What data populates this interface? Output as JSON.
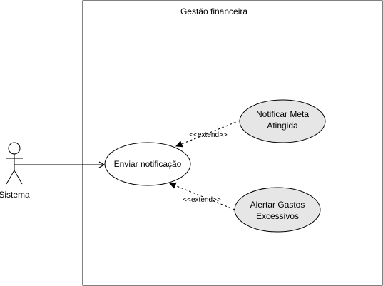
{
  "system": {
    "title": "Gestão financeira"
  },
  "actor": {
    "name": "Sistema"
  },
  "use_cases": {
    "main": "Enviar notificação",
    "goal_line1": "Notificar Meta",
    "goal_line2": "Atingida",
    "expense_line1": "Alertar Gastos",
    "expense_line2": "Excessivos"
  },
  "relations": {
    "extend_top": "<<extend>>",
    "extend_bottom": "<<extend>>"
  },
  "colors": {
    "extension_fill": "#e6e6e6",
    "main_fill": "#ffffff",
    "stroke": "#000000"
  }
}
